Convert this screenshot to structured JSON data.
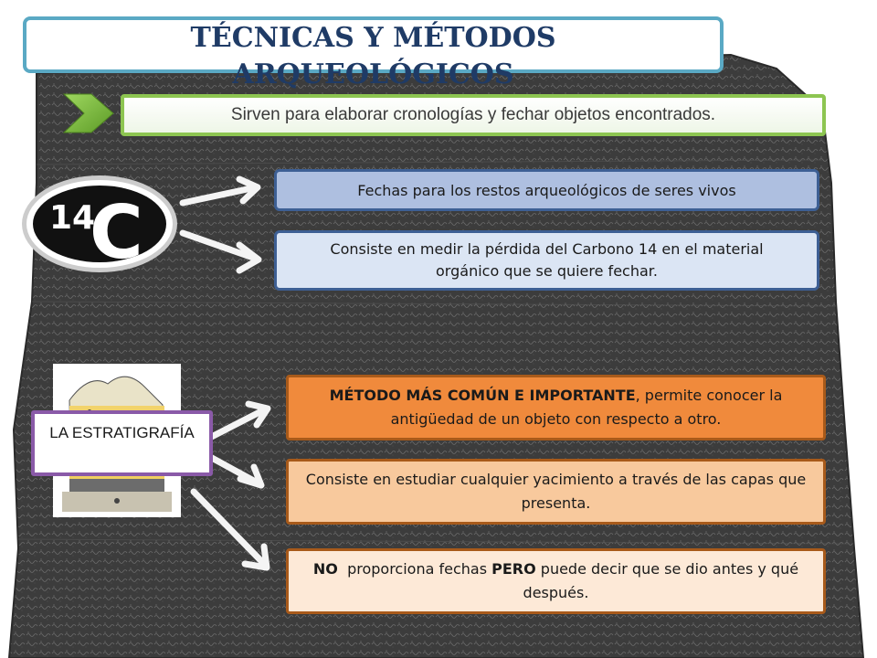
{
  "title": "TÉCNICAS Y MÉTODOS ARQUEOLÓGICOS",
  "subtitle": "Sirven para elaborar cronologías y fechar objetos encontrados.",
  "carbon14": {
    "logo_number": "14",
    "logo_letter": "C",
    "box_dates": "Fechas para los restos arqueológicos de seres vivos",
    "box_method": "Consiste en medir la pérdida del Carbono 14 en el material orgánico que se quiere fechar."
  },
  "stratigraphy": {
    "label": "LA ESTRATIGRAFÍA",
    "box_common_bold": "MÉTODO MÁS COMÚN E IMPORTANTE",
    "box_common_rest": ", permite conocer la antigüedad de un objeto con respecto a otro.",
    "box_layers": "Consiste en estudiar cualquier yacimiento a través de las capas que presenta.",
    "box_no_bold1": "NO",
    "box_no_text1": "  proporciona fechas ",
    "box_no_bold2": "PERO",
    "box_no_text2": " puede decir que se dio antes y qué después."
  },
  "colors": {
    "title_border": "#5aa9c4",
    "subtitle_border": "#8dc551",
    "blue_box": "#aebfe0",
    "orange_box": "#f08a3c",
    "purple_border": "#8a5aa8"
  }
}
